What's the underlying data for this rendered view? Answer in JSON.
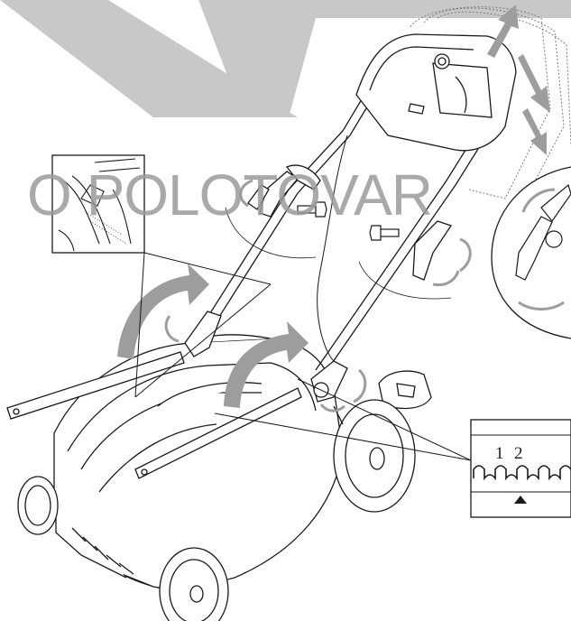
{
  "watermark": {
    "text": "O POLOTOVAR",
    "color": "#9a9a9a"
  },
  "inset_scale": {
    "label_1": "1",
    "label_2": "2",
    "pointer_icon": "triangle-up-icon"
  },
  "colors": {
    "line": "#1a1a1a",
    "arrow": "#9d9d9d",
    "dotted": "#7a7a7a",
    "band": "#c8c8c8"
  }
}
